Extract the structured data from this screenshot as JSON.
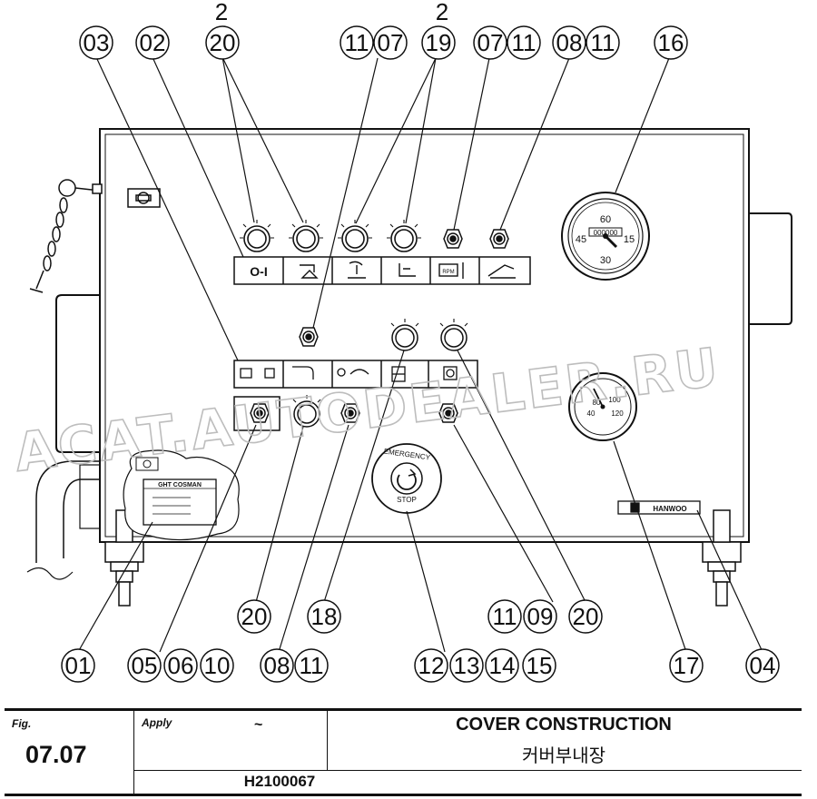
{
  "callouts": {
    "top": [
      {
        "label": "03"
      },
      {
        "label": "02"
      },
      {
        "label": "20",
        "qty": "2"
      },
      {
        "label": "11"
      },
      {
        "label": "07"
      },
      {
        "label": "19",
        "qty": "2"
      },
      {
        "label": "07"
      },
      {
        "label": "11"
      },
      {
        "label": "08"
      },
      {
        "label": "11"
      },
      {
        "label": "16"
      }
    ],
    "mid": [
      {
        "label": "20"
      },
      {
        "label": "18"
      },
      {
        "label": "11"
      },
      {
        "label": "09"
      },
      {
        "label": "20"
      }
    ],
    "bottom": [
      {
        "label": "01"
      },
      {
        "label": "05"
      },
      {
        "label": "06"
      },
      {
        "label": "10"
      },
      {
        "label": "08"
      },
      {
        "label": "11"
      },
      {
        "label": "12"
      },
      {
        "label": "13"
      },
      {
        "label": "14"
      },
      {
        "label": "15"
      },
      {
        "label": "17"
      },
      {
        "label": "04"
      }
    ]
  },
  "panel": {
    "gauge_top_scale": [
      "60",
      "45",
      "15",
      "30"
    ],
    "gauge_top_counter": "000000",
    "gauge_bottom_scale": [
      "80",
      "100",
      "40",
      "120"
    ],
    "emergency_top": "EMERGENCY",
    "emergency_bottom": "STOP",
    "symbol_switch": "O-I",
    "symbol_rpm": "RPM",
    "brand_plate": "HANWOO",
    "nameplate_title": "GHT COSMAN"
  },
  "watermark": "ACAT.AUTODEALER.RU",
  "title_block": {
    "fig_label": "Fig.",
    "fig_number": "07.07",
    "apply_label": "Apply",
    "apply_value": "~",
    "title_en": "COVER CONSTRUCTION",
    "title_ko": "커버부내장",
    "serial": "H2100067"
  }
}
